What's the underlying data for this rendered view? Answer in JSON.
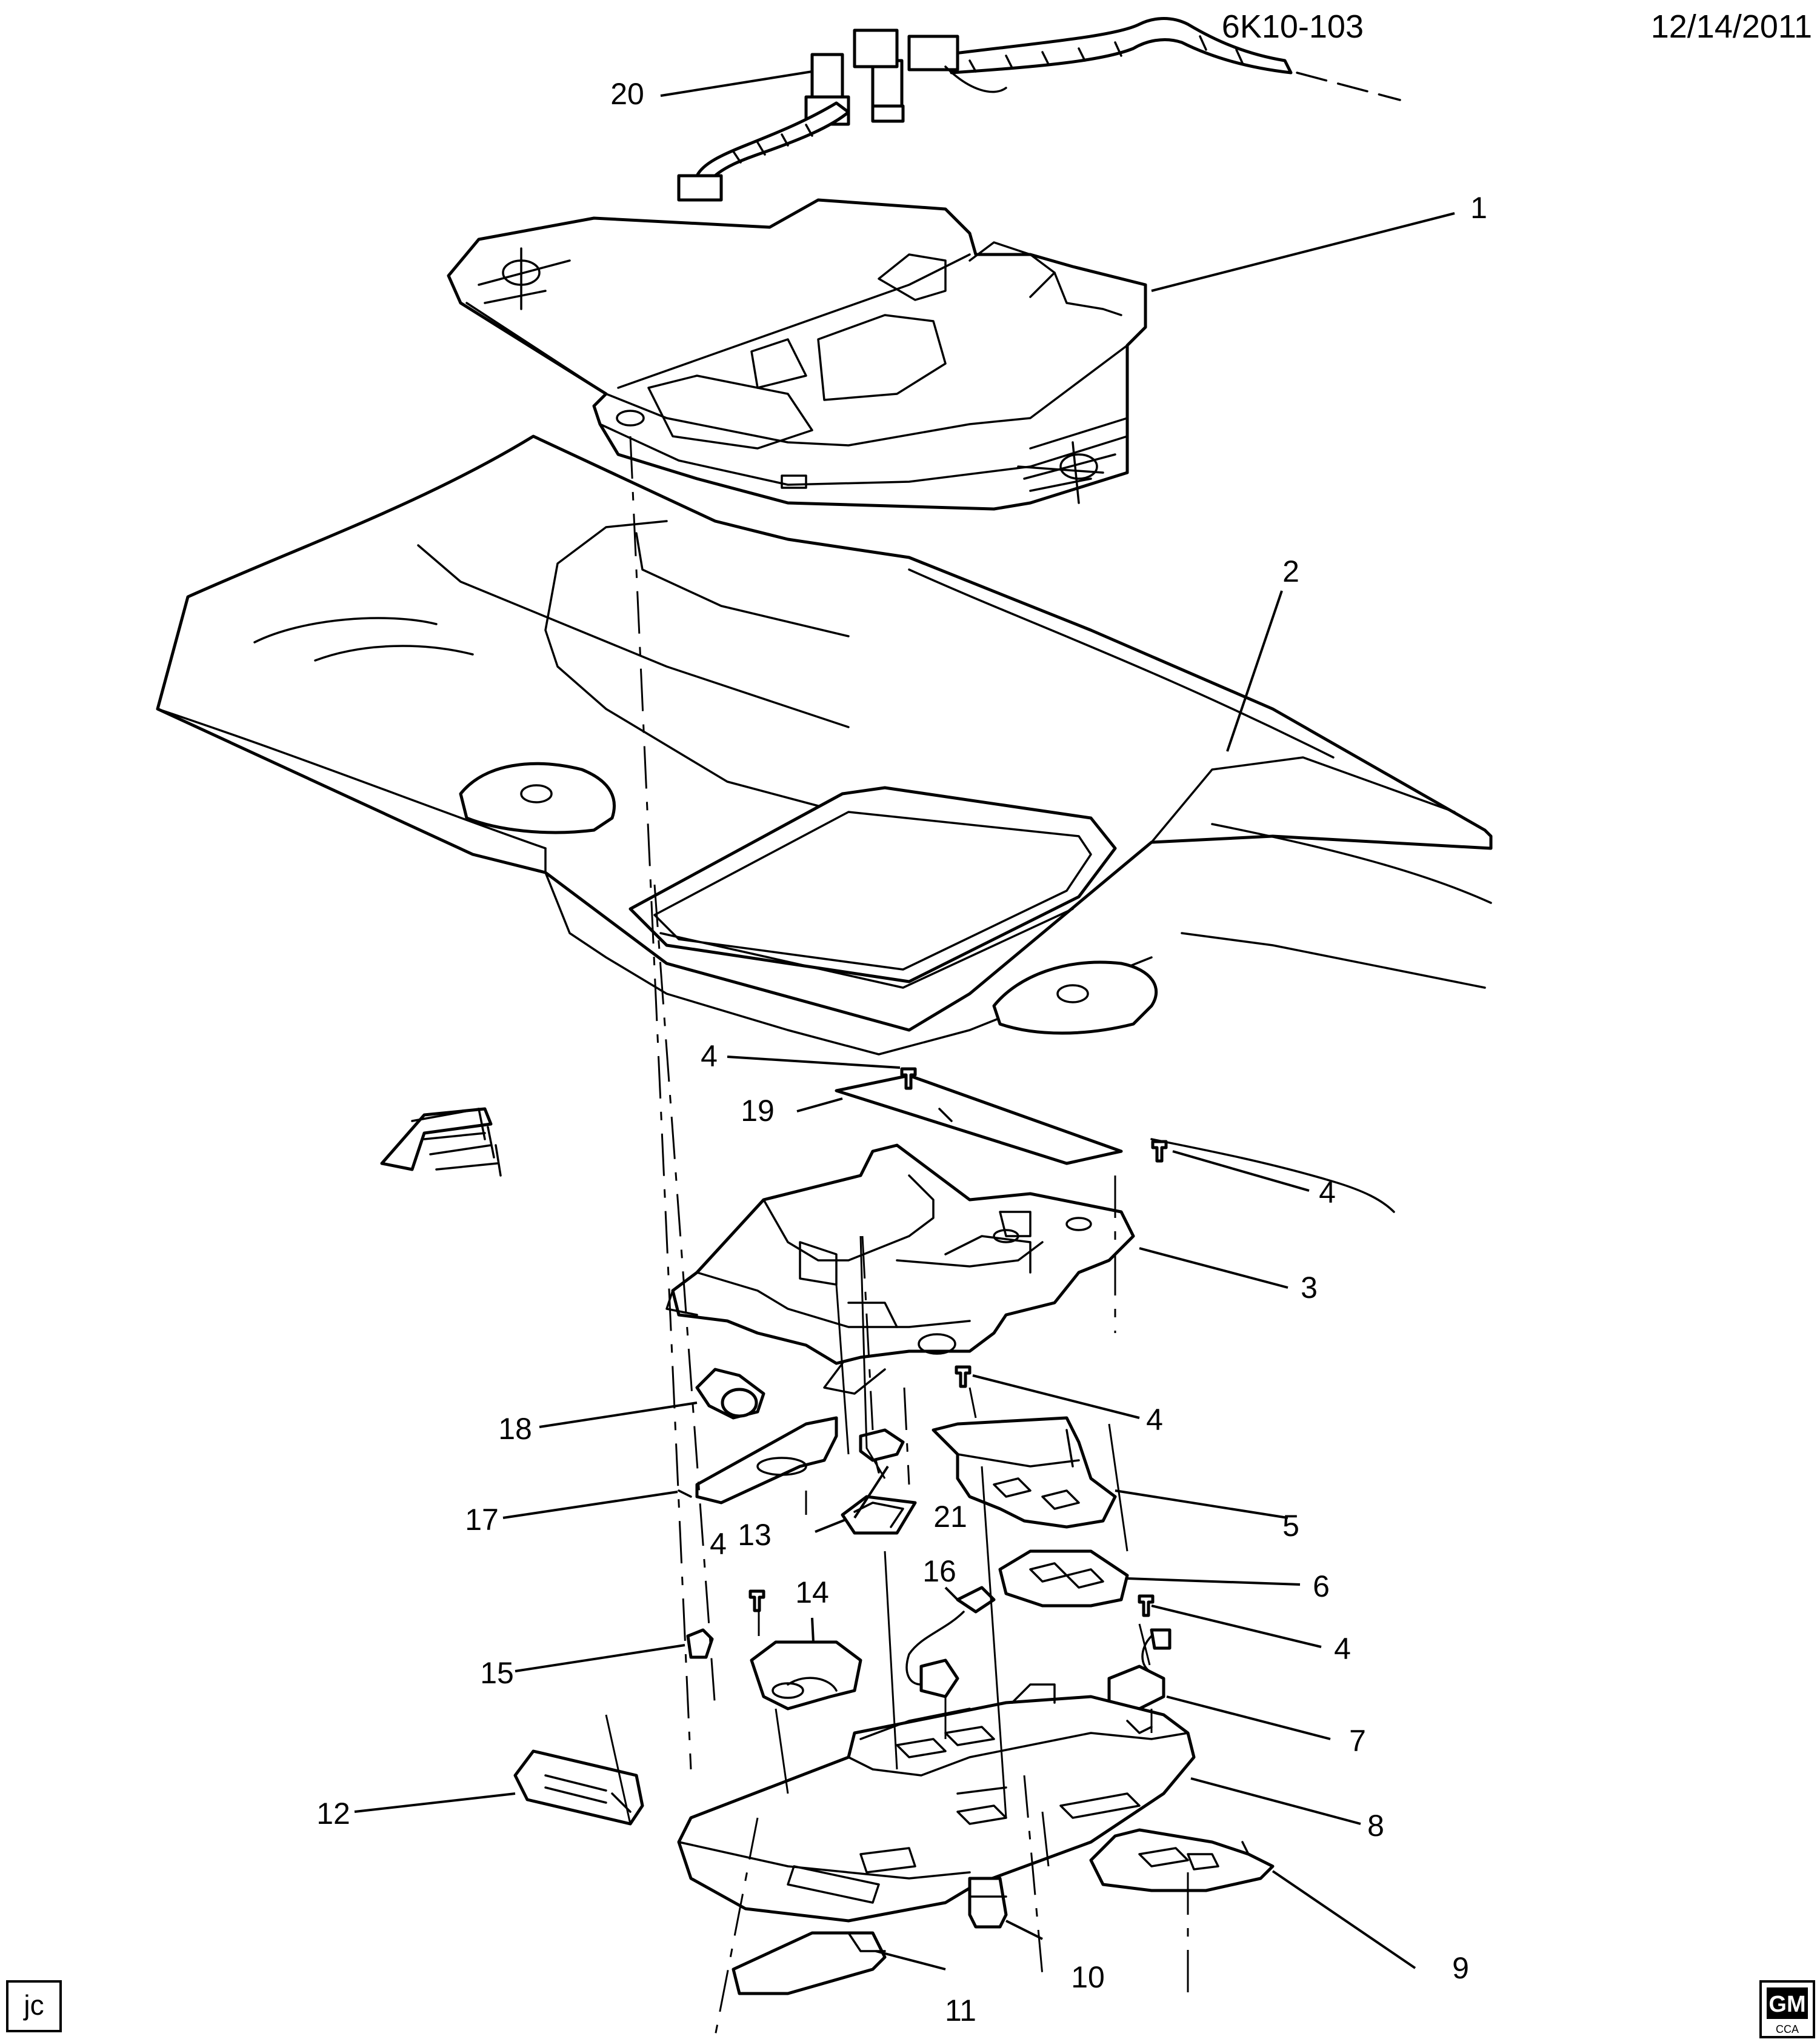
{
  "header": {
    "code": "6K10-103",
    "date": "12/14/2011"
  },
  "footer": {
    "initials": "jc",
    "logo_text": "GM",
    "logo_subtext": "CCA"
  },
  "callouts": {
    "p1": "1",
    "p2": "2",
    "p3": "3",
    "p4a": "4",
    "p4b": "4",
    "p4c": "4",
    "p4d": "4",
    "p4e": "4",
    "p5": "5",
    "p6": "6",
    "p7": "7",
    "p8": "8",
    "p9": "9",
    "p10": "10",
    "p11": "11",
    "p12": "12",
    "p13": "13",
    "p14": "14",
    "p15": "15",
    "p16": "16",
    "p17": "17",
    "p18": "18",
    "p19": "19",
    "p20": "20",
    "p21": "21"
  }
}
